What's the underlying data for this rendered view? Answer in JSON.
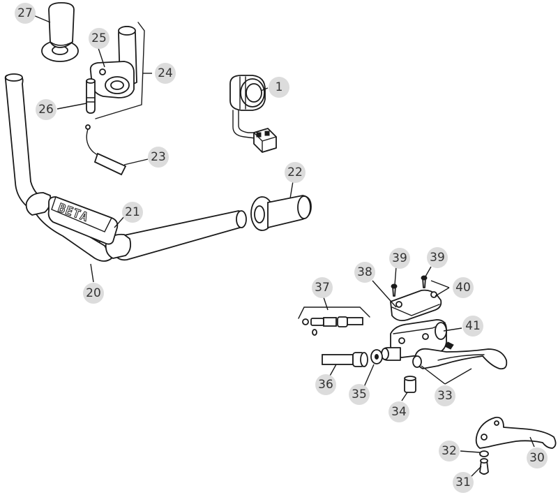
{
  "brand": {
    "pad_text": "BETA"
  },
  "parts": [
    {
      "id": "27",
      "label": "27"
    },
    {
      "id": "25",
      "label": "25"
    },
    {
      "id": "24",
      "label": "24"
    },
    {
      "id": "26",
      "label": "26"
    },
    {
      "id": "1",
      "label": "1"
    },
    {
      "id": "23",
      "label": "23"
    },
    {
      "id": "22",
      "label": "22"
    },
    {
      "id": "21",
      "label": "21"
    },
    {
      "id": "20",
      "label": "20"
    },
    {
      "id": "39a",
      "label": "39"
    },
    {
      "id": "39b",
      "label": "39"
    },
    {
      "id": "38",
      "label": "38"
    },
    {
      "id": "40",
      "label": "40"
    },
    {
      "id": "37",
      "label": "37"
    },
    {
      "id": "41",
      "label": "41"
    },
    {
      "id": "36",
      "label": "36"
    },
    {
      "id": "35",
      "label": "35"
    },
    {
      "id": "33",
      "label": "33"
    },
    {
      "id": "34",
      "label": "34"
    },
    {
      "id": "32",
      "label": "32"
    },
    {
      "id": "30",
      "label": "30"
    },
    {
      "id": "31",
      "label": "31"
    }
  ]
}
